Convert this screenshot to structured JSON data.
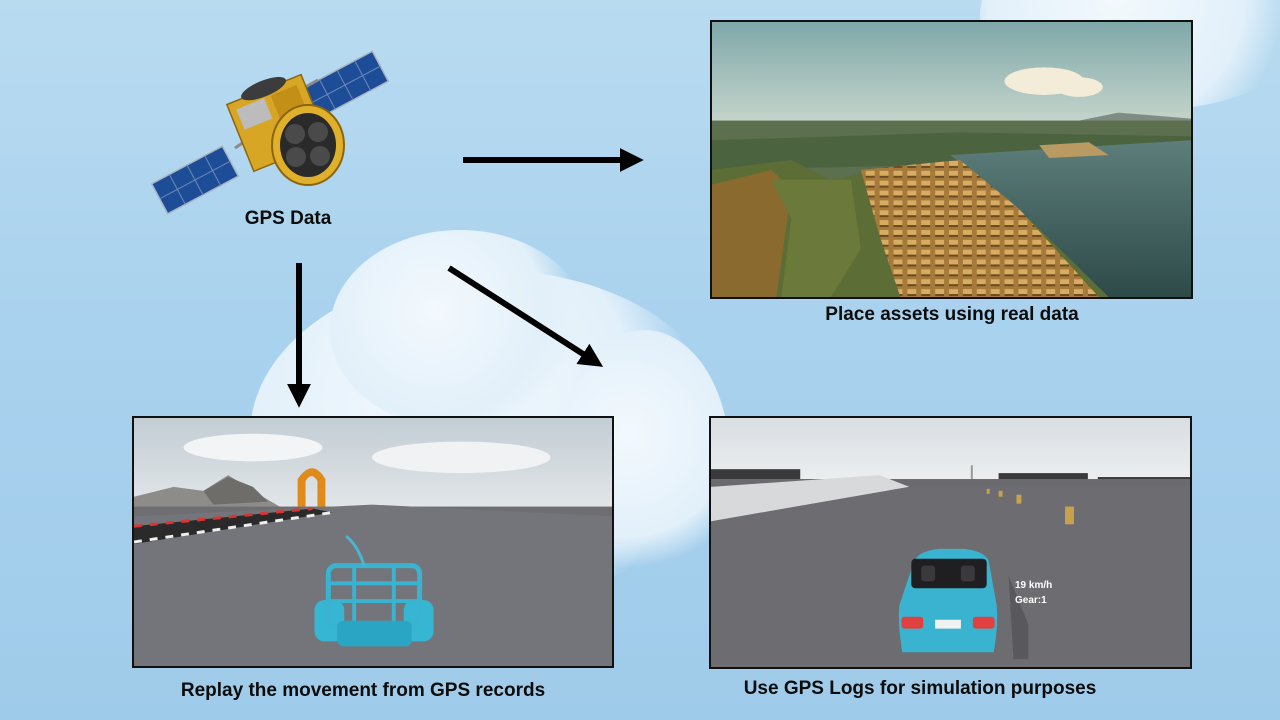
{
  "source": {
    "label": "GPS Data",
    "icon": "satellite-icon"
  },
  "outputs": [
    {
      "id": "place-assets",
      "caption": "Place assets using real data"
    },
    {
      "id": "replay-movement",
      "caption": "Replay the movement from GPS records"
    },
    {
      "id": "simulation",
      "caption": "Use GPS Logs for simulation purposes",
      "hud": {
        "speed": "19 km/h",
        "gear": "Gear:1"
      }
    }
  ],
  "colors": {
    "background": "#a9d2ee",
    "arrow": "#000000",
    "road": "#6e6e72",
    "car": "#3ab3d0"
  }
}
